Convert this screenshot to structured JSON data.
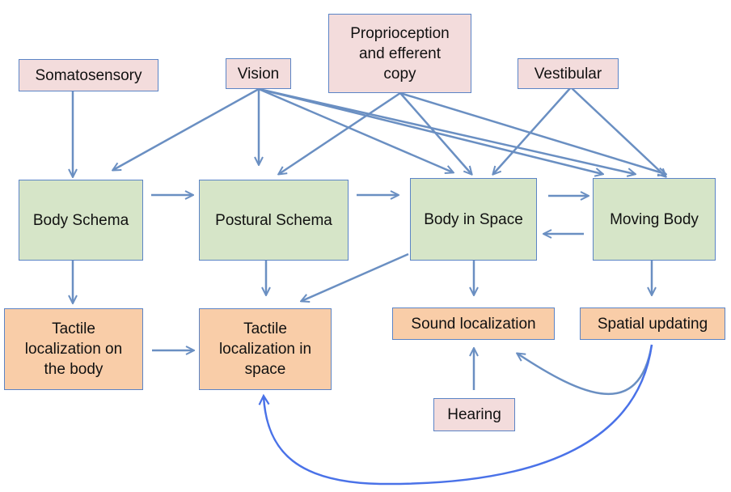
{
  "colors": {
    "input_fill": "#f3dcdc",
    "representation_fill": "#d6e5c8",
    "output_fill": "#f9cda8",
    "border": "#5b84c6",
    "arrow": "#6a8fc2",
    "curved_arrow": "#4a72e8"
  },
  "inputs": {
    "somatosensory": "Somatosensory",
    "vision": "Vision",
    "proprioception": "Proprioception\nand efferent\ncopy",
    "vestibular": "Vestibular",
    "hearing": "Hearing"
  },
  "representations": {
    "body_schema": "Body Schema",
    "postural_schema": "Postural Schema",
    "body_in_space": "Body in Space",
    "moving_body": "Moving Body"
  },
  "outputs": {
    "tactile_body": "Tactile\nlocalization on\nthe body",
    "tactile_space": "Tactile\nlocalization in\nspace",
    "sound_localization": "Sound localization",
    "spatial_updating": "Spatial updating"
  }
}
